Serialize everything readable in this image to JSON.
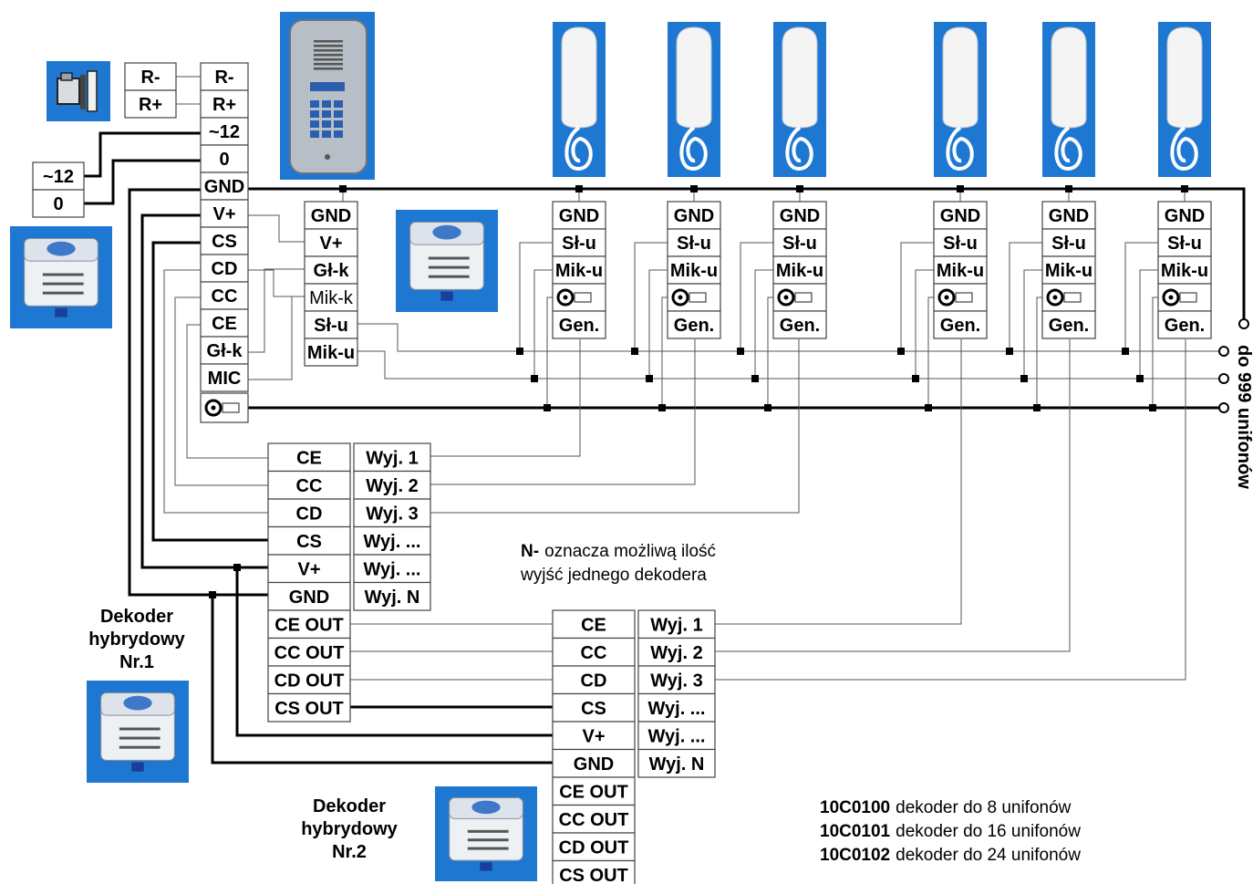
{
  "entry_panel": {
    "lock_terminals": [
      "R-",
      "R+"
    ],
    "power_terminals": [
      "~12",
      "0"
    ],
    "main_terminals": [
      "R-",
      "R+",
      "~12",
      "0",
      "GND",
      "V+",
      "CS",
      "CD",
      "CC",
      "CE",
      "Gł-k",
      "MIC"
    ],
    "panel_block": [
      "GND",
      "V+",
      "Gł-k",
      "Mik-k",
      "Sł-u",
      "Mik-u"
    ]
  },
  "handsets": {
    "terminals": [
      "GND",
      "Sł-u",
      "Mik-u",
      "Gen."
    ]
  },
  "decoder1": {
    "left": [
      "CE",
      "CC",
      "CD",
      "CS",
      "V+",
      "GND",
      "CE OUT",
      "CC OUT",
      "CD OUT",
      "CS OUT"
    ],
    "right": [
      "Wyj. 1",
      "Wyj. 2",
      "Wyj. 3",
      "Wyj. ...",
      "Wyj. ...",
      "Wyj. N"
    ],
    "label": [
      "Dekoder",
      "hybrydowy",
      "Nr.1"
    ]
  },
  "decoder2": {
    "left": [
      "CE",
      "CC",
      "CD",
      "CS",
      "V+",
      "GND",
      "CE OUT",
      "CC OUT",
      "CD OUT",
      "CS OUT"
    ],
    "right": [
      "Wyj. 1",
      "Wyj. 2",
      "Wyj. 3",
      "Wyj. ...",
      "Wyj. ...",
      "Wyj. N"
    ],
    "label": [
      "Dekoder",
      "hybrydowy",
      "Nr.2"
    ]
  },
  "note": {
    "prefix": "N-",
    "line1": "oznacza możliwą ilość",
    "line2": "wyjść jednego dekodera"
  },
  "side_label": "do 999 unifonów",
  "legend": [
    {
      "code": "10C0100",
      "text": "dekoder do  8 unifonów"
    },
    {
      "code": "10C0101",
      "text": "dekoder do 16 unifonów"
    },
    {
      "code": "10C0102",
      "text": "dekoder do 24 unifonów"
    }
  ],
  "colors": {
    "device_blue": "#1e78d2",
    "handset_white": "#f4f4f4",
    "panel_steel": "#b8bec6",
    "keypad_blue": "#2a5fb0"
  },
  "icons": {
    "lock": "electric-lock-icon",
    "power_supply": "power-supply-icon",
    "entry_panel": "entry-panel-icon",
    "handset": "handset-icon",
    "decoder": "decoder-module-icon",
    "call_button": "call-button-icon"
  }
}
